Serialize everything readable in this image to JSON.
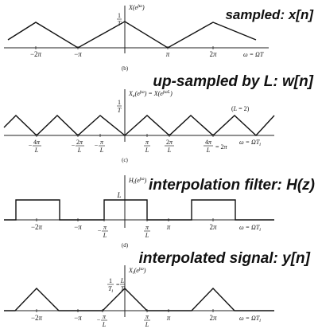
{
  "panels": [
    {
      "id": "b",
      "title": "sampled: x[n]",
      "caption": "(b)",
      "ylabel": "X(e^{jω})",
      "peak": "1/T",
      "xaxis": "ω = ΩT",
      "ticks": [
        "−2π",
        "−π",
        "π",
        "2π"
      ]
    },
    {
      "id": "c",
      "title": "up-sampled by L: w[n]",
      "caption": "(c)",
      "ylabel": "X_e(e^{jω}) = X(e^{jωL})",
      "peak": "1/T",
      "note": "(L = 2)",
      "xaxis": "ω = ΩT_i",
      "ticks": [
        "−4π/L",
        "−2π/L",
        "−π/L",
        "π/L",
        "2π/L",
        "4π/L = 2π"
      ]
    },
    {
      "id": "d",
      "title": "interpolation filter: H(z)",
      "caption": "(d)",
      "ylabel": "H_i(e^{jω})",
      "peak": "L",
      "xaxis": "ω = ΩT_i",
      "ticks": [
        "−2π",
        "−π",
        "−π/L",
        "π/L",
        "π",
        "2π"
      ]
    },
    {
      "id": "e",
      "title": "interpolated signal: y[n]",
      "ylabel": "X_i(e^{jω})",
      "peak": "1/T_i = L/T",
      "xaxis": "ω = ΩT_i",
      "ticks": [
        "−2π",
        "−π",
        "−π/L",
        "π/L",
        "π",
        "2π"
      ]
    }
  ]
}
